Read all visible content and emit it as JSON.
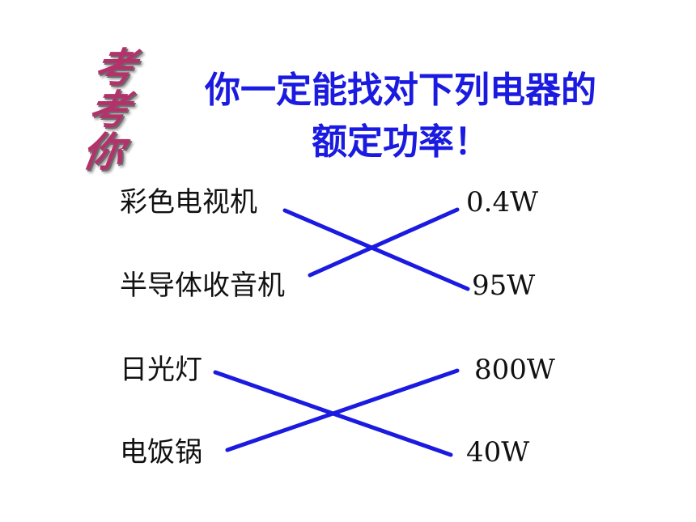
{
  "badge": {
    "chars": [
      "考",
      "考",
      "你"
    ]
  },
  "title": {
    "line1": "你一定能找对下列电器的",
    "line2": "额定功率！"
  },
  "appliances": [
    "彩色电视机",
    "半导体收音机",
    "日光灯",
    "电饭锅"
  ],
  "powers": [
    "0.4W",
    "95W",
    "800W",
    "40W"
  ],
  "colors": {
    "title": "#1a1ae0",
    "lines": "#1a1ae0",
    "badge": "#b3326b"
  }
}
